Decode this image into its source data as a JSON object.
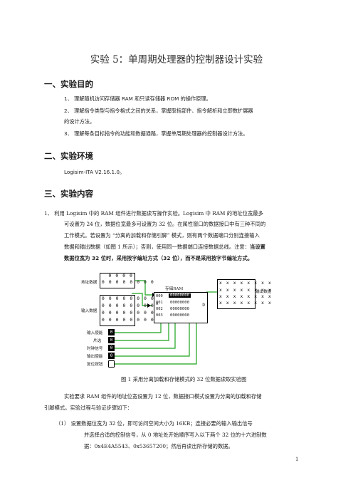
{
  "title": "实验 5：单周期处理器的控制器设计实验",
  "sections": {
    "s1": {
      "heading": "一、实验目的",
      "items": [
        "1、  理解随机访问存储器 RAM 和只读存储器 ROM 的操作原理。",
        "2、  理解指令类型与指令格式之间的关系，掌握取指部件、指令解析和立即数扩展器",
        "       的设计方法。",
        "3、  理解每条目标指令的功能和数据通路，掌握单周期处理器的控制器设计方法。"
      ]
    },
    "s2": {
      "heading": "二、实验环境",
      "env": "Logisim-ITA V2.16.1.0。"
    },
    "s3": {
      "heading": "三、实验内容",
      "para1": [
        "1、  利用 Logisim 中的 RAM 组件进行数据读写操作实验。Logisim 中 RAM 的地址位宽最多",
        "可设置为 24 位，数据位宽最多可设置为 32 位。在属性窗口的数据接口中有三种不同的",
        "工作模式。若设置为 “分离的加载和存储引脚” 模式，则有两个数据端口分别连接输入",
        "数据和输出数据（如图 1 所示）；否则，使用同一数据端口连接数据总线。注意：",
        "数据位宽为 32 位时，采用按字编址方式（32 位），而不是采用按字节编址方式。"
      ],
      "para1_bold_tail": "当设置",
      "figure": {
        "address_label": "地址数据",
        "address_bits_1": "0 0 0 0",
        "address_bits_2": "0 0 0 0 0 0 0 0",
        "input_label": "输入数据",
        "input_bits": [
          "0 0 0 0 0 0 0 0",
          "0 0 0 0 0 0 0 0",
          "0 0 0 0 0 0 0 0",
          "0 0 0 0 0 0 0 0"
        ],
        "ram_label": "存储RAM",
        "ram_rows": [
          {
            "addr": "000",
            "val": "00000000"
          },
          {
            "addr": "001",
            "val": "00000000"
          },
          {
            "addr": "002",
            "val": "00000000"
          },
          {
            "addr": "003",
            "val": "00000000"
          }
        ],
        "port_a": "A",
        "port_d": "D",
        "port_d_out": "D",
        "output_label": "输出数据",
        "output_bits": [
          "x x x x x x x x",
          "x x x x x x x x",
          "x x x x x x x x",
          "x x x x x x x x"
        ],
        "controls": [
          {
            "label": "输入使能",
            "value": "0"
          },
          {
            "label": "片选",
            "value": "0"
          },
          {
            "label": "时钟信号",
            "value": "0"
          },
          {
            "label": "输出使能",
            "value": "0"
          },
          {
            "label": "复位按钮",
            "value": ""
          }
        ],
        "caption": "图 1    采用分离加载和存储模式的 32 位数据读取实验图"
      },
      "para2": [
        "实验要求 RAM 组件的地址位宽设置为 12 位，数据接口模式设置为分离的加载和存储",
        "引脚模式。实验过程与验证步骤如下："
      ],
      "step1": [
        "（1）  设置数据位宽为 32 位，即可访问空间大小为 16KB；连接必要的输入输出信号",
        "并选择合适的控制信号，从 0 地址处开始顺序写入以下两个 32 位的十六进制数",
        "据：0x4E4A5543、0x53657200；然后再读出所存储的数据。"
      ]
    }
  },
  "page_number": "1"
}
